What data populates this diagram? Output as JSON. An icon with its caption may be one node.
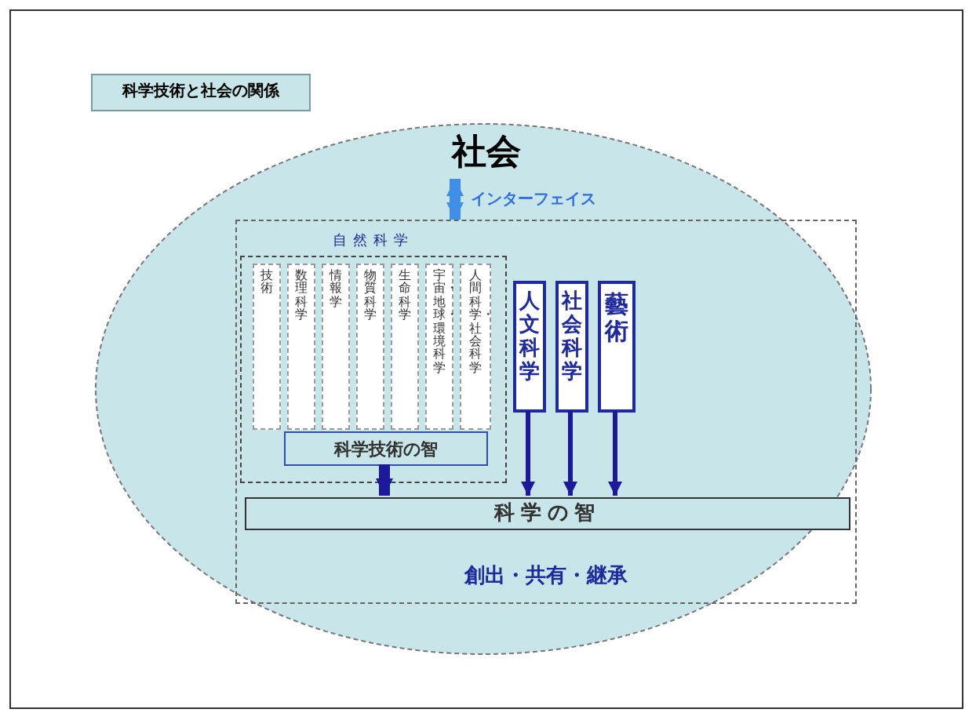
{
  "diagram": {
    "title": "科学技術と社会の関係",
    "nodes": [
      {
        "text": [],
        "shape": "circle"
      },
      {
        "text": [
          "社会"
        ],
        "in": 0
      },
      {
        "text": [
          "創出・共有・継承"
        ],
        "in": 0
      },
      {
        "text": [
          "自然科学"
        ],
        "in": 2
      },
      {
        "text": [
          "技術"
        ],
        "in": 3
      },
      {
        "text": [
          "数理科学"
        ],
        "in": 3
      },
      {
        "text": [
          "情報学"
        ],
        "in": 3
      },
      {
        "text": [
          "物質科学"
        ],
        "in": 3
      },
      {
        "text": [
          "生命科学"
        ],
        "in": 3
      },
      {
        "text": [
          "宇宙・地球・環境科学"
        ],
        "in": 3
      },
      {
        "text": [
          "人間科学・社会科学"
        ],
        "in": 3
      },
      {
        "text": [
          "科学技術の智"
        ],
        "in": 3
      },
      {
        "text": [
          "人文科学"
        ],
        "in": 2
      },
      {
        "text": [
          "社会科学"
        ],
        "in": 2
      },
      {
        "text": [
          "藝術"
        ],
        "in": 2
      },
      {
        "text": [
          "科学の智"
        ],
        "in": 2
      }
    ],
    "edges": [
      {
        "from": 1,
        "to": 2,
        "arrow": "both",
        "label": "インターフェイス",
        "color": "#3f8fe8",
        "style": "thick"
      },
      {
        "from": 11,
        "to": 15,
        "arrow": "to",
        "style": "thick"
      },
      {
        "from": 12,
        "to": 15,
        "arrow": "to"
      },
      {
        "from": 13,
        "to": 15,
        "arrow": "to"
      },
      {
        "from": 14,
        "to": 15,
        "arrow": "to"
      }
    ]
  }
}
